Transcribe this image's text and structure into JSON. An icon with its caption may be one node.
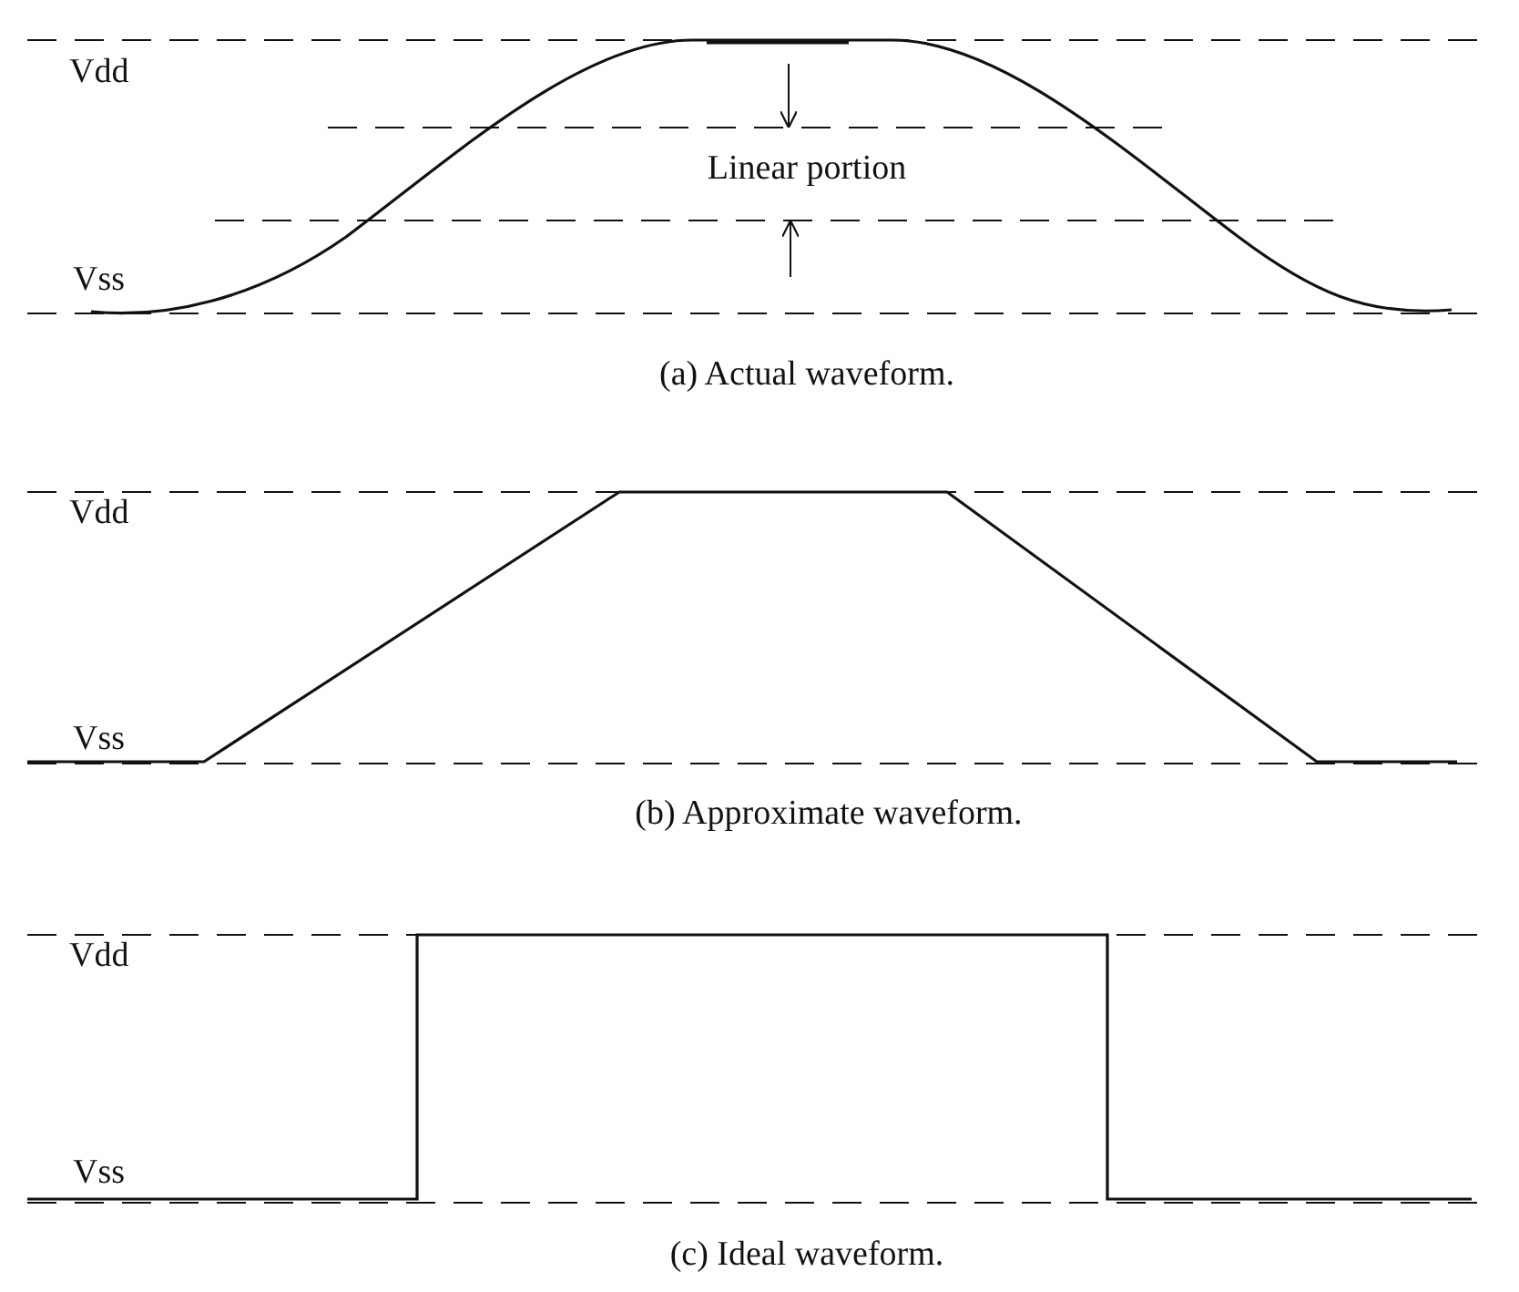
{
  "diagram": {
    "labels": [
      "Vdd",
      "Linear portion",
      "Vss",
      "(a) Actual waveform.",
      "Vdd",
      "Vss",
      "(b) Approximate waveform.",
      "Vdd",
      "Vss",
      "(c) Ideal waveform."
    ]
  }
}
